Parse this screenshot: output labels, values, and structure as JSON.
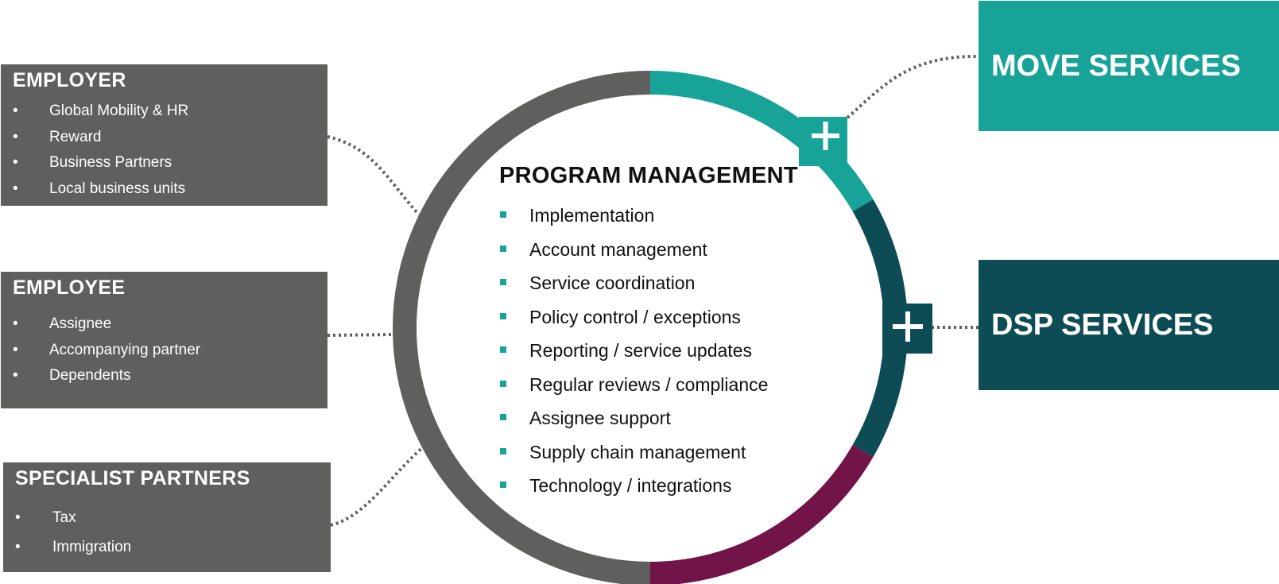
{
  "colors": {
    "grey": "#5f5f5d",
    "teal": "#17a398",
    "dark_teal": "#0d4c55",
    "purple": "#721448"
  },
  "employer": {
    "title": "EMPLOYER",
    "items": [
      "Global Mobility & HR",
      "Reward",
      "Business Partners",
      "Local business units"
    ]
  },
  "employee": {
    "title": "EMPLOYEE",
    "items": [
      "Assignee",
      "Accompanying partner",
      "Dependents"
    ]
  },
  "specialist": {
    "title": "SPECIALIST PARTNERS",
    "items": [
      "Tax",
      "Immigration"
    ]
  },
  "bullet": "•",
  "program": {
    "title": "PROGRAM MANAGEMENT",
    "items": [
      "Implementation",
      "Account management",
      "Service coordination",
      "Policy control / exceptions",
      "Reporting / service updates",
      "Regular reviews / compliance",
      "Assignee support",
      "Supply chain management",
      "Technology / integrations"
    ]
  },
  "move_services": {
    "label": "MOVE SERVICES",
    "plus_icon": "plus-icon"
  },
  "dsp_services": {
    "label": "DSP SERVICES",
    "plus_icon": "plus-icon"
  }
}
